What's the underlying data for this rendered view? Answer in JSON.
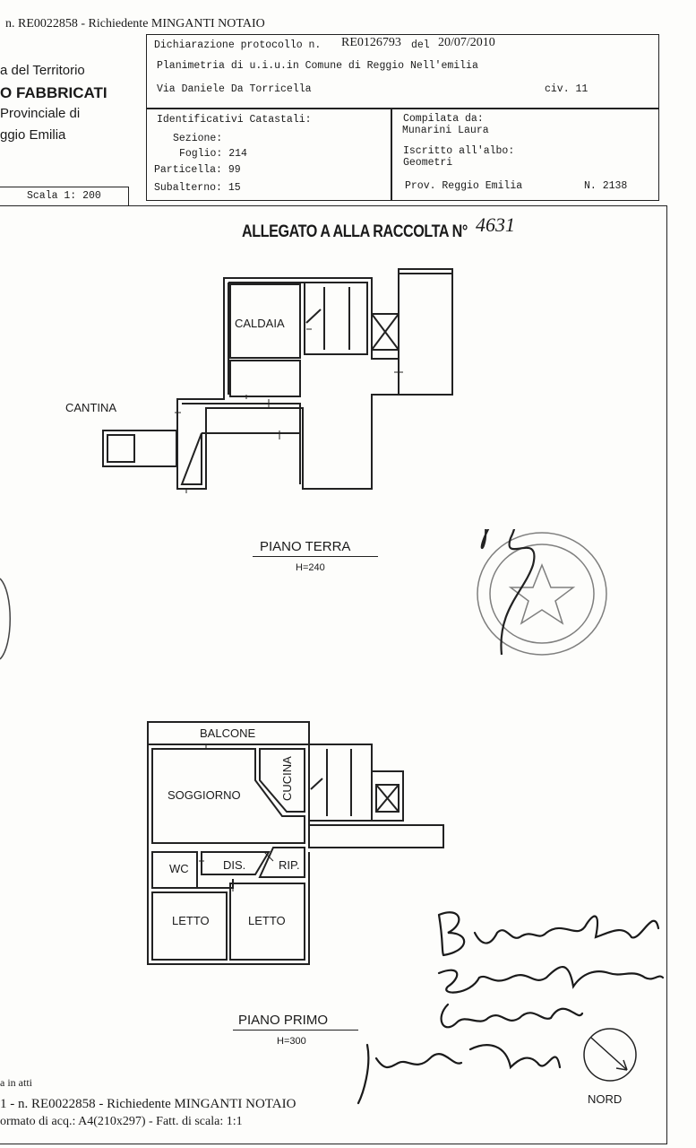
{
  "header": {
    "top_line": "n. RE0022858 - Richiedente MINGANTI NOTAIO",
    "agency": {
      "line1": "a del Territorio",
      "line2": "O FABBRICATI",
      "line3": "Provinciale di",
      "line4": "ggio Emilia"
    },
    "protocol": {
      "label": "Dichiarazione protocollo n.",
      "number": "RE0126793",
      "del_label": "del",
      "date": "20/07/2010"
    },
    "description": "Planimetria di u.i.u.in Comune di Reggio Nell'emilia",
    "address": "Via Daniele Da Torricella",
    "civic": "civ. 11",
    "cadastral": {
      "title": "Identificativi Catastali:",
      "sezione": "Sezione:",
      "foglio": "Foglio: 214",
      "particella": "Particella: 99",
      "subalterno": "Subalterno: 15"
    },
    "compiler": {
      "label": "Compilata da:",
      "name": "Munarini Laura",
      "registered_label": "Iscritto all'albo:",
      "registered": "Geometri",
      "province": "Prov. Reggio Emilia",
      "number": "N.  2138"
    },
    "scale": "Scala 1: 200"
  },
  "annex": {
    "text": "ALLEGATO  A  ALLA RACCOLTA N°",
    "handwritten_number": "4631"
  },
  "ground_floor": {
    "rooms": [
      "CALDAIA",
      "CANTINA"
    ],
    "title": "PIANO TERRA",
    "height": "H=240"
  },
  "first_floor": {
    "rooms": [
      "BALCONE",
      "SOGGIORNO",
      "CUCINA",
      "WC",
      "DIS.",
      "RIP.",
      "LETTO",
      "LETTO"
    ],
    "title": "PIANO PRIMO",
    "height": "H=300"
  },
  "north": "NORD",
  "signatures": {
    "sig1": "Bianca Griani",
    "sig2": "Stefano Valentini",
    "sig3": "Angela ...",
    "sig4": "..."
  },
  "footer": {
    "line1": "a in atti",
    "line2": "1 - n. RE0022858 - Richiedente MINGANTI NOTAIO",
    "line3": "ormato di acq.: A4(210x297) - Fatt. di scala: 1:1"
  }
}
